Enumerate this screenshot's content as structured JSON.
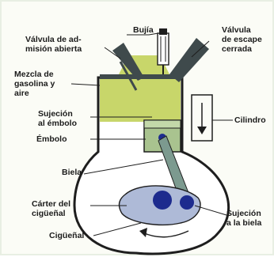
{
  "diagram": {
    "labels": {
      "bujia": "Bujía",
      "valvula_admision": "Válvula de ad-\nmisión abierta",
      "valvula_escape": "Válvula\nde escape\ncerrada",
      "mezcla": "Mezcla de\ngasolina y\naire",
      "sujecion_embolo": "Sujeción\nal émbolo",
      "embolo": "Émbolo",
      "cilindro": "Cilindro",
      "biela": "Biela",
      "carter": "Cárter del\ncigüeñal",
      "sujecion_biela": "Sujeción\na la biela",
      "ciguenal": "Cigüeñal"
    },
    "colors": {
      "mixture": "#c8d66a",
      "piston": "#a9c38f",
      "valve": "#3f4a4c",
      "crank_web": "#aebad7",
      "crank_pin": "#1d2b8e",
      "rod": "#7c9a8f",
      "casing_stroke": "#1e1e1e"
    }
  }
}
